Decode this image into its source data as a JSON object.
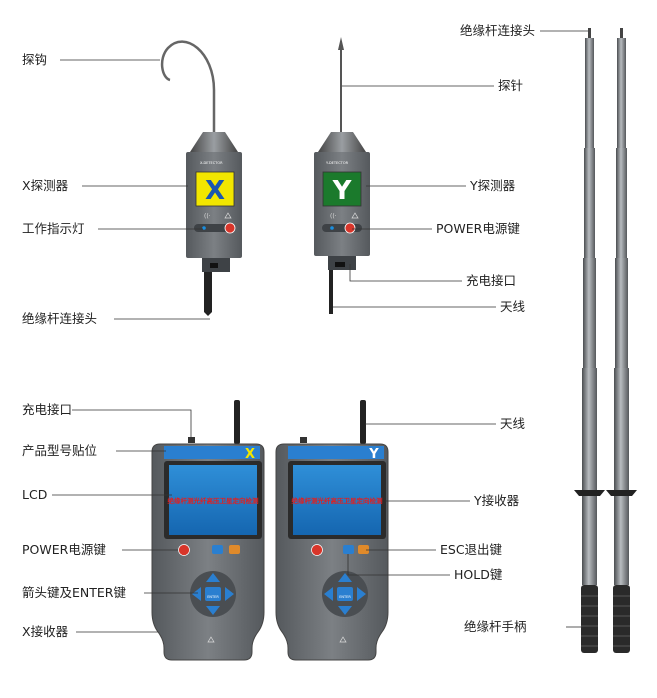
{
  "labels": {
    "hook": "探钩",
    "x_detector": "X探测器",
    "work_indicator": "工作指示灯",
    "pole_connector_left": "绝缘杆连接头",
    "pole_connector_top": "绝缘杆连接头",
    "probe": "探针",
    "y_detector": "Y探测器",
    "power_key_top": "POWER电源键",
    "charge_port_top": "充电接口",
    "antenna_top": "天线",
    "charge_port_bottom": "充电接口",
    "model_label_position": "产品型号贴位",
    "lcd": "LCD",
    "power_key_bottom": "POWER电源键",
    "arrow_enter_keys": "箭头键及ENTER键",
    "x_receiver": "X接收器",
    "antenna_bottom": "天线",
    "y_receiver": "Y接收器",
    "esc_key": "ESC退出键",
    "hold_key": "HOLD键",
    "pole_handle": "绝缘杆手柄"
  },
  "devices": {
    "x_letter": "X",
    "y_letter": "Y",
    "x_header": "X-DETECTOR",
    "y_header": "Y-DETECTOR",
    "x_screen_text": "绝缘杆测光纤高压卫星定向检测",
    "y_screen_text": "绝缘杆测光纤高压卫星定向检测",
    "enter_key": "ENTER"
  },
  "colors": {
    "x_face": "#f2e600",
    "x_letter": "#1a57b0",
    "y_face": "#1b7a2c",
    "y_letter": "#ffffff",
    "lcd_blue": "#2f8fd8",
    "keypad_blue": "#2a7fd0",
    "body_gray": "#6a6e72",
    "red_button": "#d8352a"
  }
}
